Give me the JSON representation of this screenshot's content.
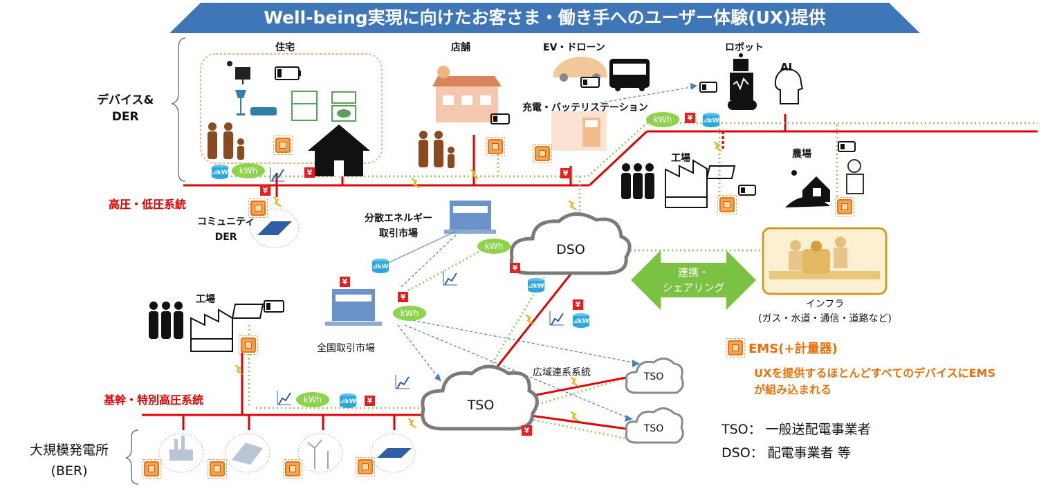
{
  "banner": {
    "title": "Well-being実現に向けたお客さま・働き手へのユーザー体験(UX)提供"
  },
  "labels": {
    "devices_der": [
      "デバイス&",
      "DER"
    ],
    "housing": "住宅",
    "store": "店舗",
    "ev_drone": "EV・ドローン",
    "charging_station": "充電・バッテリステーション",
    "robot": "ロボット",
    "ai": "AI",
    "factory_top": "工場",
    "farm": "農場",
    "grid_hv_lv": "高圧・低圧系統",
    "community_der": [
      "コミュニティ",
      "DER"
    ],
    "der_market": [
      "分散エネルギー",
      "取引市場"
    ],
    "dso": "DSO",
    "coop": [
      "連携・",
      "シェアリング"
    ],
    "infra": [
      "インフラ",
      "(ガス・水道・通信・道路など)"
    ],
    "factory_mid": "工場",
    "national_market": "全国取引市場",
    "wide_area": "広域連系系統",
    "tso_main": "TSO",
    "tso_right_1": "TSO",
    "tso_right_2": "TSO",
    "grid_trunk": "基幹・特別高圧系統",
    "bulk_plant": [
      "大規模発電所",
      "(BER)"
    ],
    "kwh": "kWh",
    "akw": "⊿kW",
    "yen": "¥"
  },
  "legend": {
    "ems": "EMS(+計量器)",
    "ems_desc": [
      "UXを提供するほとんどすべてのデバイスにEMS",
      "が組み込まれる"
    ],
    "tso_def": "TSO：  一般送配電事業者",
    "dso_def": "DSO：  配電事業者  等"
  },
  "colors": {
    "banner": "#3f76b8",
    "grid_line": "#e00000",
    "dotted_link": "#93cc6a",
    "ems_orange": "#e8730c",
    "kwh_green": "#8fd24b",
    "akw_blue": "#2ea7e0",
    "arrow_green": "#7cc242",
    "infra_border": "#c9a024"
  }
}
